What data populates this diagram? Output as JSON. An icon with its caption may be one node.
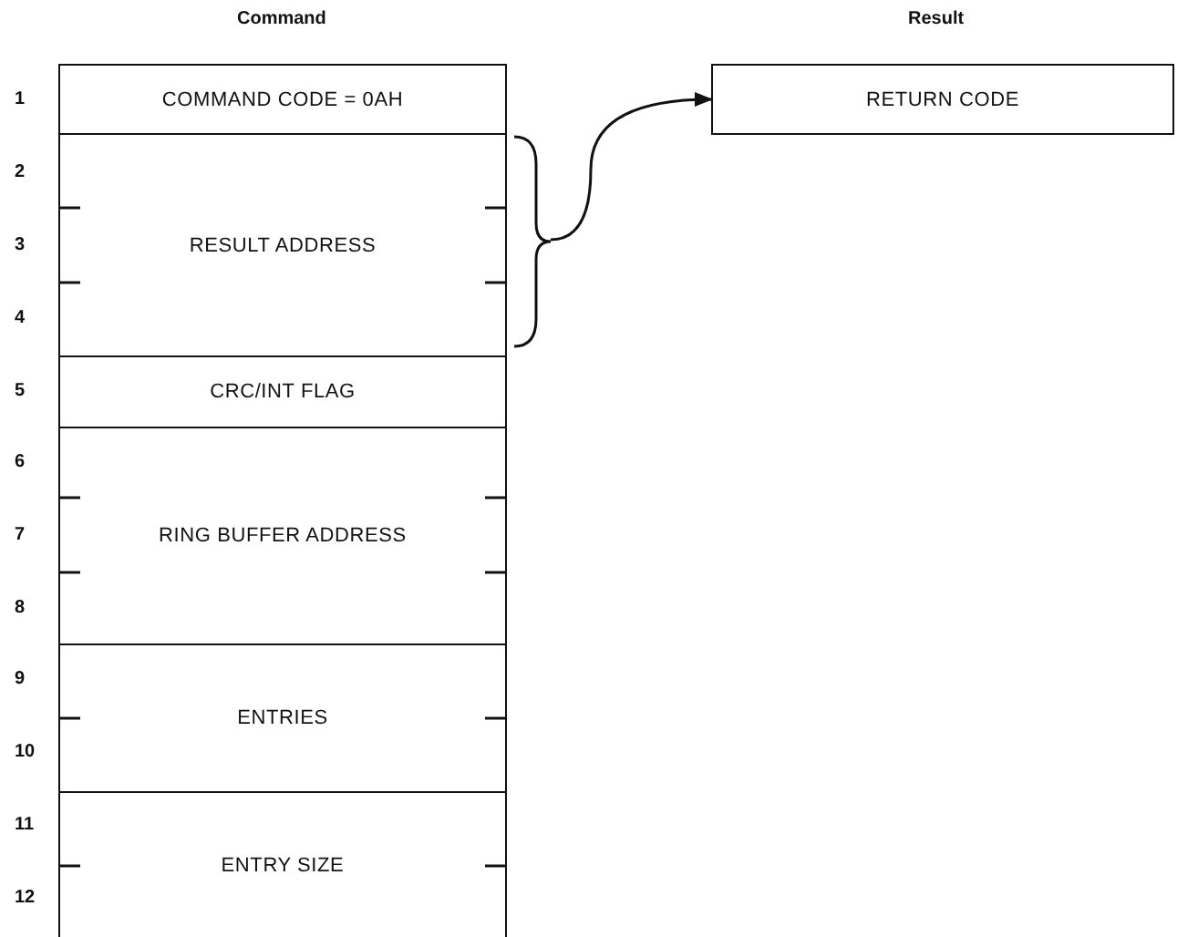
{
  "diagram": {
    "nodes": [
      {
        "text": [
          "COMMAND CODE = 0AH"
        ]
      },
      {
        "text": [
          "RESULT ADDRESS"
        ]
      },
      {
        "text": [
          "CRC/INT FLAG"
        ]
      },
      {
        "text": [
          "RING BUFFER ADDRESS"
        ]
      },
      {
        "text": [
          "ENTRIES"
        ]
      },
      {
        "text": [
          "ENTRY SIZE"
        ]
      },
      {
        "text": [
          "RETURN CODE"
        ]
      }
    ],
    "edges": [
      {
        "from": 1,
        "to": 6,
        "arrow": "to"
      }
    ],
    "labels": [
      "Command",
      "Result",
      "1",
      "2",
      "3",
      "4",
      "5",
      "6",
      "7",
      "8",
      "9",
      "10",
      "11",
      "12"
    ]
  }
}
